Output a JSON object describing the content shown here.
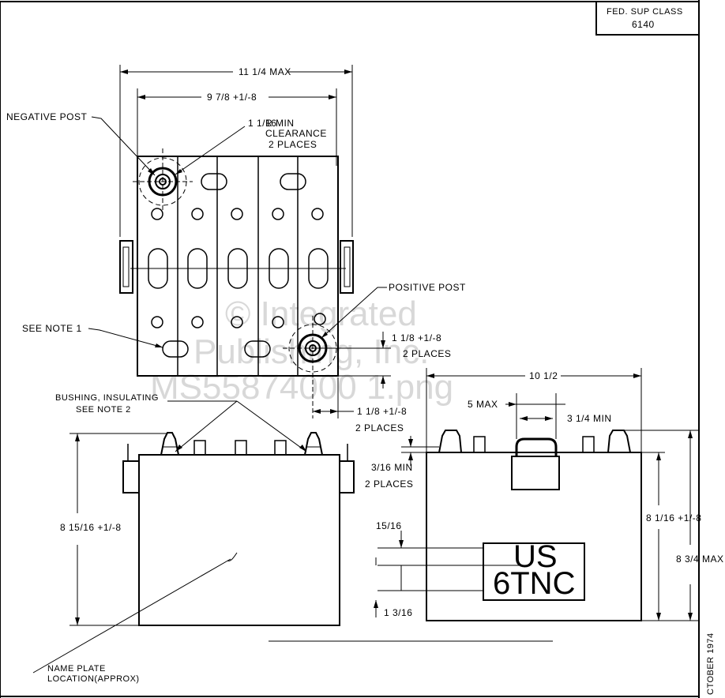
{
  "title_block": {
    "label": "FED. SUP CLASS",
    "value": "6140"
  },
  "side_date": "CTOBER 1974",
  "labels": {
    "negative_post": "NEGATIVE POST",
    "positive_post": "POSITIVE POST",
    "clearance": [
      "R MIN",
      "CLEARANCE",
      "2 PLACES"
    ],
    "see_note_1": "SEE NOTE 1",
    "bushing": [
      "BUSHING, INSULATING",
      "SEE NOTE 2"
    ],
    "name_plate": [
      "NAME PLATE",
      "LOCATION(APPROX)"
    ],
    "nameplate_text": [
      "US",
      "6TNC"
    ]
  },
  "dimensions": {
    "overall_length": "11 1/4 MAX",
    "cell_length": "9 7/8 +1/-8",
    "clearance_radius": "1 1/16",
    "post_offset_1": "1 1/8 +1/-8",
    "post_offset_1_places": "2 PLACES",
    "post_offset_2": "1 1/8 +1/-8",
    "post_offset_2_places": "2 PLACES",
    "width": "10 1/2",
    "handle_5max": "5 MAX",
    "handle_min": "3 1/4 MIN",
    "post_height": "3/16 MIN",
    "post_height_places": "2 PLACES",
    "height_front": "8 15/16 +1/-8",
    "height_side": "8 1/16 +1/-8",
    "height_max": "8 3/4 MAX",
    "plate_top": "15/16",
    "plate_bottom": "1 3/16"
  },
  "watermark": [
    "© Integrated",
    "Publishing, Inc.",
    "MS55874000 1.png"
  ]
}
